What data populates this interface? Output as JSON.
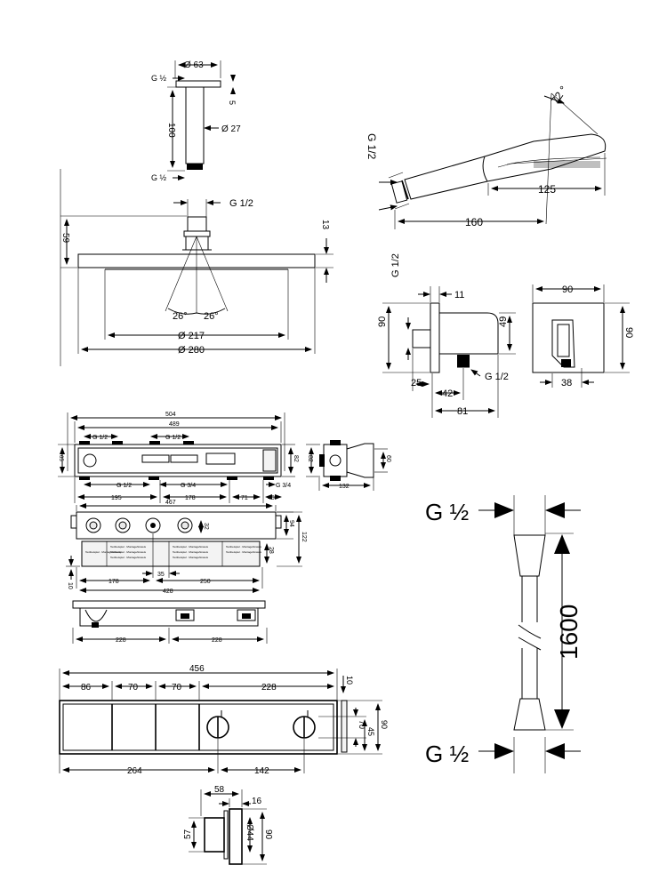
{
  "drawing": {
    "arm": {
      "d63": "Ø 63",
      "g_top": "G ½",
      "g_bot": "G ½",
      "l100": "100",
      "l5": "5",
      "d27": "Ø 27"
    },
    "head": {
      "g12": "G 1/2",
      "h59": "59",
      "h13": "13",
      "ang_l": "26°",
      "ang_r": "26°",
      "d217": "Ø 217",
      "d280": "Ø 280"
    },
    "handshower": {
      "angle": "72 °",
      "g12": "G 1/2",
      "l125": "125",
      "l160": "160"
    },
    "elbow": {
      "g12_top": "G 1/2",
      "w11": "11",
      "h90": "90",
      "h49": "49",
      "w25": "25",
      "w42": "42",
      "w81": "81",
      "g12_right": "G 1/2"
    },
    "elbow_front": {
      "w90": "90",
      "h90": "90",
      "w38": "38"
    },
    "box_top": {
      "w504": "504",
      "w489": "489",
      "g12_a": "G 1/2",
      "g12_b": "G 1/2",
      "g12_c": "G 1/2",
      "g34_a": "G 3/4",
      "g34_b": "G 3/4",
      "h65": "65",
      "h82": "82",
      "w195": "195",
      "w178": "178",
      "w71": "71",
      "w45": "45"
    },
    "box_side": {
      "h82": "82",
      "h60": "60",
      "w132": "132"
    },
    "box_front": {
      "w467": "467",
      "h32": "32",
      "h94": "94",
      "h122": "122",
      "h28": "28",
      "w35": "35",
      "w178": "178",
      "w250": "250",
      "w428": "428",
      "h10": "10"
    },
    "box_bottom": {
      "w228_a": "228",
      "w228_b": "228"
    },
    "panel": {
      "w456": "456",
      "w86": "86",
      "w70_a": "70",
      "w70_b": "70",
      "w228": "228",
      "h10": "10",
      "h70": "70",
      "h45": "45",
      "h90": "90",
      "w264": "264",
      "w142": "142"
    },
    "panel_side": {
      "w58": "58",
      "w16": "16",
      "h57": "57",
      "d44": "Ø44",
      "h90": "90"
    },
    "hose": {
      "g_top": "G ½",
      "g_bot": "G ½",
      "len": "1600"
    },
    "label_microtext": "Textbeispiel · Montagehinweis"
  }
}
